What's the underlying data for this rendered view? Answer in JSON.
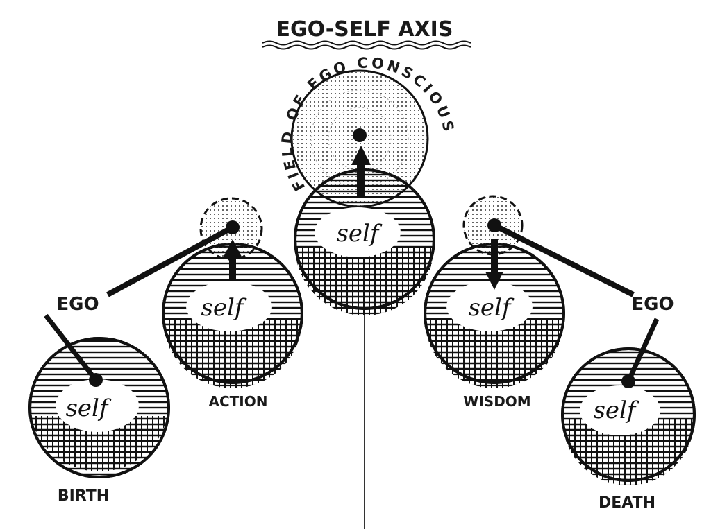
{
  "title": "EGO-SELF AXIS",
  "field_label": "FIELD OF EGO CONSCIOUS",
  "self_label": "self",
  "ego_label": "EGO",
  "stages": [
    {
      "label": "BIRTH",
      "arrow": "none"
    },
    {
      "label": "ACTION",
      "arrow": "up"
    },
    {
      "label": "WISDOM",
      "arrow": "down"
    },
    {
      "label": "DEATH",
      "arrow": "none"
    }
  ],
  "colors": {
    "ink": "#111111",
    "paper": "#ffffff"
  }
}
